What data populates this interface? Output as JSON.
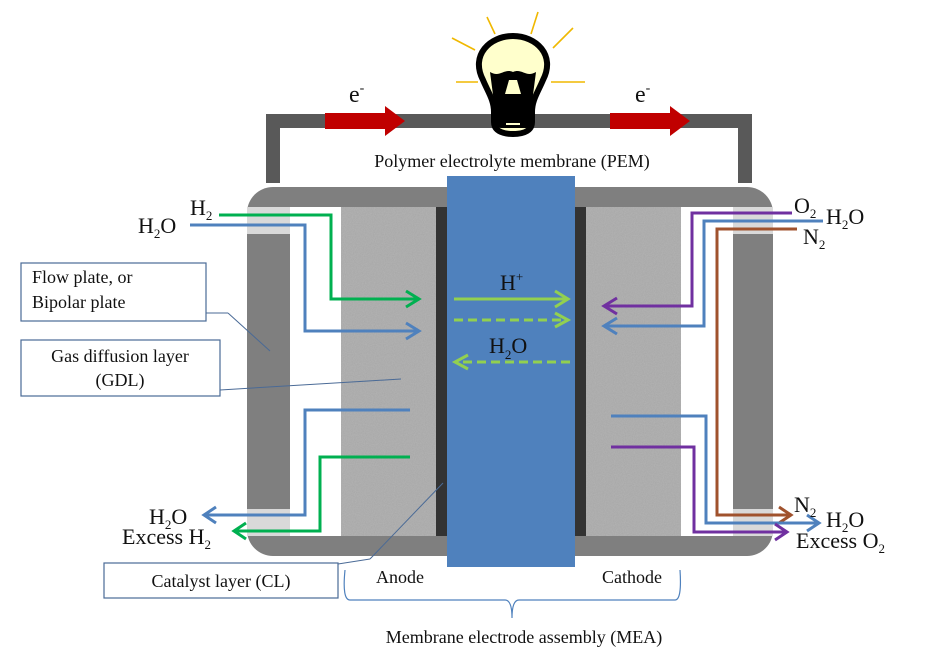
{
  "title": "PEM fuel cell schematic",
  "colors": {
    "membrane": "#4f81bd",
    "plate": "#7f7f7f",
    "plate_port": "#d9d9d9",
    "gdl": "#a6a6a6",
    "catalyst": "#333333",
    "circuit": "#595959",
    "electron_arrow": "#c00000",
    "hydrogen": "#00b050",
    "water": "#4f81bd",
    "proton": "#92d050",
    "oxygen": "#7030a0",
    "nitrogen": "#a0522d",
    "bulb_glass": "#ffffcc",
    "bulb_rays": "#f0b800",
    "callout_border": "#4a6a96"
  },
  "electrons": {
    "left": {
      "base": "e",
      "sup": "-"
    },
    "right": {
      "base": "e",
      "sup": "-"
    }
  },
  "labels": {
    "pem": "Polymer electrolyte membrane (PEM)",
    "anode": "Anode",
    "cathode": "Cathode",
    "mea": "Membrane electrode assembly (MEA)",
    "proton": {
      "base": "H",
      "sup": "+"
    },
    "membrane_water": {
      "base": "H",
      "sub": "2",
      "tail": "O"
    }
  },
  "callouts": {
    "flow_plate": [
      "Flow plate, or",
      "Bipolar plate"
    ],
    "gdl": [
      "Gas diffusion layer",
      "(GDL)"
    ],
    "cl": "Catalyst layer (CL)"
  },
  "anode_inlet": {
    "h2": {
      "base": "H",
      "sub": "2"
    },
    "h2o": {
      "base": "H",
      "sub": "2",
      "tail": "O"
    }
  },
  "anode_outlet": {
    "h2o": {
      "base": "H",
      "sub": "2",
      "tail": "O"
    },
    "excess_h2": {
      "prefix": "Excess ",
      "base": "H",
      "sub": "2"
    }
  },
  "cathode_inlet": {
    "o2": {
      "base": "O",
      "sub": "2"
    },
    "h2o": {
      "base": "H",
      "sub": "2",
      "tail": "O"
    },
    "n2": {
      "base": "N",
      "sub": "2"
    }
  },
  "cathode_outlet": {
    "n2": {
      "base": "N",
      "sub": "2"
    },
    "h2o": {
      "base": "H",
      "sub": "2",
      "tail": "O"
    },
    "excess_o2": {
      "prefix": "Excess ",
      "base": "O",
      "sub": "2"
    }
  }
}
